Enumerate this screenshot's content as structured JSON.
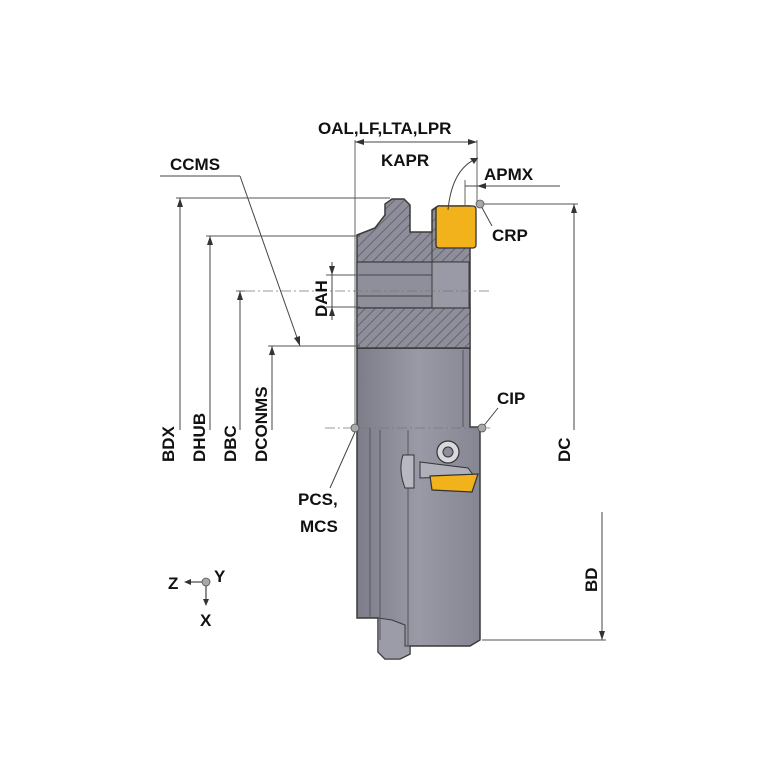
{
  "labels": {
    "oal_group": "OAL,LF,LTA,LPR",
    "kapr": "KAPR",
    "apmx": "APMX",
    "ccms": "CCMS",
    "crp": "CRP",
    "dah": "DAH",
    "cip": "CIP",
    "bdx": "BDX",
    "dhub": "DHUB",
    "dbc": "DBC",
    "dconms": "DCONMS",
    "dc": "DC",
    "bd": "BD",
    "pcs_line1": "PCS,",
    "pcs_line2": "MCS",
    "axis_z": "Z",
    "axis_y": "Y",
    "axis_x": "X"
  },
  "colors": {
    "body_gray": "#8e8e9b",
    "body_dark": "#6f6f7c",
    "hatch": "#a2a2ac",
    "insert_yellow": "#f2b21b",
    "outline": "#3a3a3a",
    "point_marker": "#a8a8a8"
  }
}
